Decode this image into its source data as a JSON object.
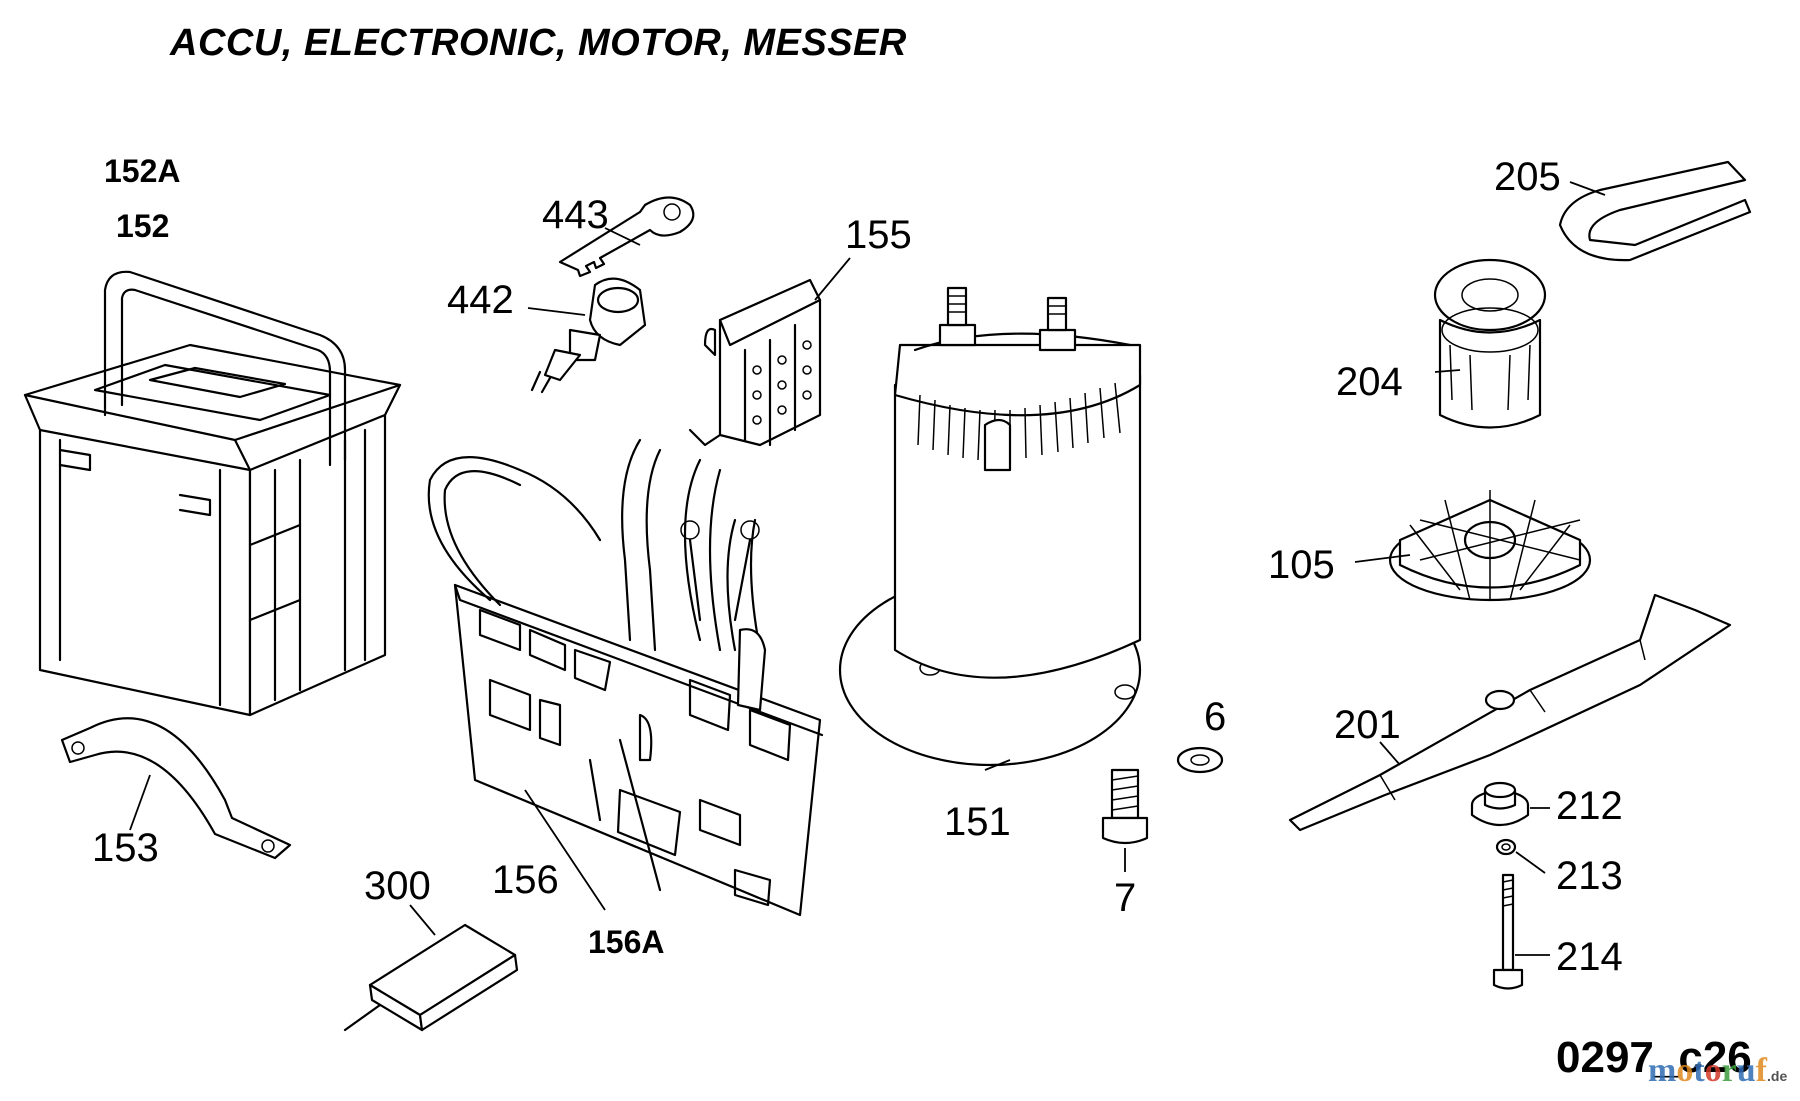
{
  "title": "ACCU, ELECTRONIC, MOTOR, MESSER",
  "parts": {
    "p152a": "152A",
    "p152": "152",
    "p153": "153",
    "p443": "443",
    "p442": "442",
    "p155": "155",
    "p156": "156",
    "p156a": "156A",
    "p300": "300",
    "p151": "151",
    "p6": "6",
    "p7": "7",
    "p205": "205",
    "p204": "204",
    "p105": "105",
    "p201": "201",
    "p212": "212",
    "p213": "213",
    "p214": "214"
  },
  "diagram_code": "0297_c26",
  "watermark": {
    "letters": [
      "m",
      "o",
      "t",
      "o",
      "r",
      "u",
      "f"
    ],
    "colors": [
      "#2f6db5",
      "#e08a1e",
      "#2f6db5",
      "#d23a2a",
      "#3b9b3b",
      "#2f6db5",
      "#e08a1e"
    ],
    "suffix": ".de"
  }
}
